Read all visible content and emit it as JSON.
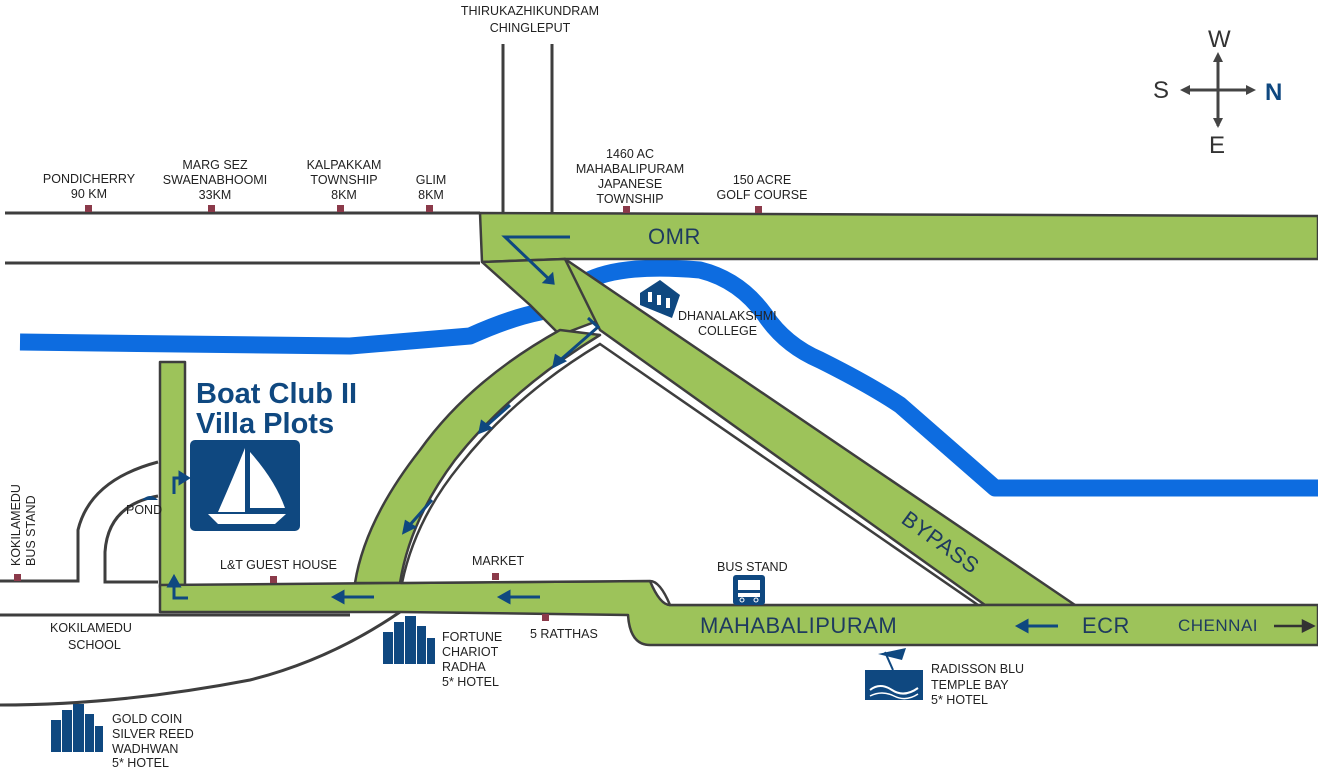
{
  "colors": {
    "road": "#9dc35a",
    "road_edge": "#3e3e3e",
    "river": "#0d6ce0",
    "accent": "#0f4880",
    "marker": "#8b3a4a"
  },
  "project": {
    "title_line1": "Boat Club II",
    "title_line2": "Villa Plots",
    "icon": "sailboat-icon"
  },
  "compass": {
    "west": "W",
    "south": "S",
    "north": "N",
    "east": "E"
  },
  "roads": {
    "omr": "OMR",
    "bypass": "BYPASS",
    "mahabalipuram": "MAHABALIPURAM",
    "ecr": "ECR",
    "chennai": "CHENNAI"
  },
  "top_labels": {
    "thirukazhikundram": "THIRUKAZHIKUNDRAM",
    "chingleput": "CHINGLEPUT",
    "pondicherry": [
      "PONDICHERRY",
      "90 KM"
    ],
    "marg_sez": [
      "MARG SEZ",
      "SWAENABHOOMI",
      "33KM"
    ],
    "kalpakkam": [
      "KALPAKKAM",
      "TOWNSHIP",
      "8KM"
    ],
    "glim": [
      "GLIM",
      "8KM"
    ],
    "japanese_township": [
      "1460 AC",
      "MAHABALIPURAM",
      "JAPANESE",
      "TOWNSHIP"
    ],
    "golf_course": [
      "150 ACRE",
      "GOLF COURSE"
    ]
  },
  "places": {
    "dhanalakshmi": [
      "DHANALAKSHMI",
      "COLLEGE"
    ],
    "pond": "POND",
    "kokilamedu_bus_stand": [
      "KOKILAMEDU",
      "BUS STAND"
    ],
    "lt_guest_house": "L&T GUEST HOUSE",
    "market": "MARKET",
    "bus_stand": "BUS STAND",
    "kokilamedu_school": [
      "KOKILAMEDU",
      "SCHOOL"
    ],
    "five_ratthas": "5 RATTHAS",
    "fortune_chariot": [
      "FORTUNE",
      "CHARIOT",
      "RADHA",
      "5* HOTEL"
    ],
    "radisson_blu": [
      "RADISSON BLU",
      "TEMPLE BAY",
      "5* HOTEL"
    ],
    "gold_coin": [
      "GOLD COIN",
      "SILVER REED",
      "WADHWAN",
      "5* HOTEL"
    ]
  },
  "icons": [
    "bus-icon",
    "hotel-building-icon",
    "beach-hotel-icon",
    "college-icon",
    "pond-icon",
    "location-marker-icon",
    "direction-arrow-icon"
  ]
}
